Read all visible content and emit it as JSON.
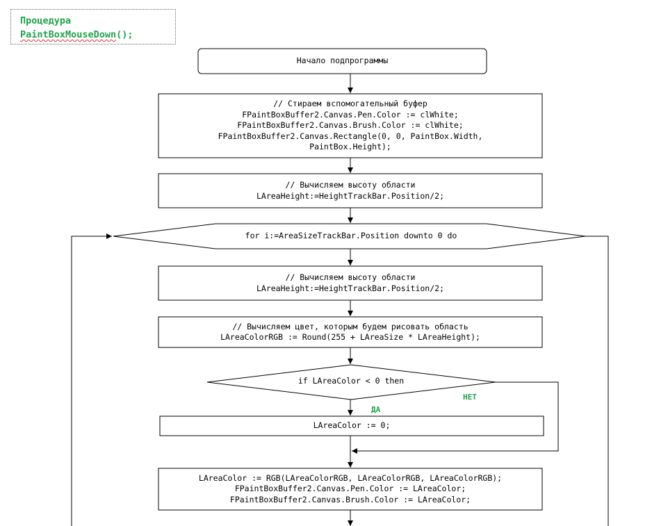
{
  "header": {
    "line1": "Процедура",
    "line2_name": "PaintBoxMouseDown",
    "line2_suffix": "();"
  },
  "flowchart": {
    "start": "Начало подпрограммы",
    "clear_buffer": [
      "// Стираем вспомогательный буфер",
      "FPaintBoxBuffer2.Canvas.Pen.Color := clWhite;",
      "FPaintBoxBuffer2.Canvas.Brush.Color := clWhite;",
      "FPaintBoxBuffer2.Canvas.Rectangle(0, 0, PaintBox.Width,",
      "PaintBox.Height);"
    ],
    "calc_height_1": [
      "// Вычисляем высоту области",
      "LAreaHeight:=HeightTrackBar.Position/2;"
    ],
    "loop": "for i:=AreaSizeTrackBar.Position downto 0 do",
    "calc_height_2": [
      "// Вычисляем высоту области",
      "LAreaHeight:=HeightTrackBar.Position/2;"
    ],
    "calc_color": [
      "// Вычисляем цвет, которым будем рисовать область",
      "LAreaColorRGB := Round(255 + LAreaSize * LAreaHeight);"
    ],
    "condition": "if LAreaColor < 0 then",
    "yes_label": "ДА",
    "no_label": "НЕТ",
    "set_zero": "LAreaColor := 0;",
    "set_color": [
      "LAreaColor := RGB(LAreaColorRGB, LAreaColorRGB, LAreaColorRGB);",
      "FPaintBoxBuffer2.Canvas.Pen.Color := LAreaColor;",
      "FPaintBoxBuffer2.Canvas.Brush.Color := LAreaColor;"
    ]
  },
  "colors": {
    "label_green": "#1fa34a",
    "line": "#000000",
    "spell_underline": "#e03030"
  }
}
